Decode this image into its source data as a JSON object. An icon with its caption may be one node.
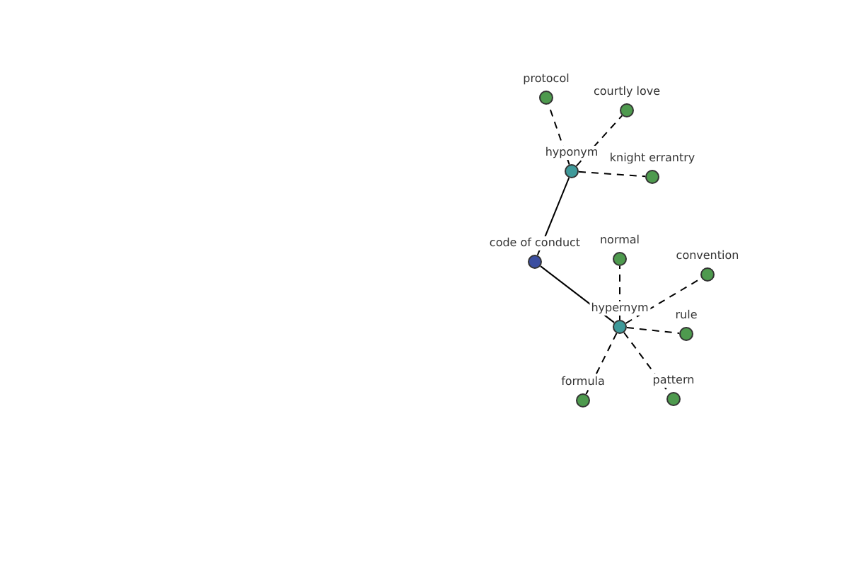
{
  "diagram": {
    "nodes": [
      {
        "text": [
          "code of conduct"
        ]
      },
      {
        "text": [
          "hyponym"
        ]
      },
      {
        "text": [
          "hypernym"
        ]
      },
      {
        "text": [
          "protocol"
        ]
      },
      {
        "text": [
          "courtly love"
        ]
      },
      {
        "text": [
          "knight errantry"
        ]
      },
      {
        "text": [
          "normal"
        ]
      },
      {
        "text": [
          "convention"
        ]
      },
      {
        "text": [
          "rule"
        ]
      },
      {
        "text": [
          "formula"
        ]
      },
      {
        "text": [
          "pattern"
        ]
      }
    ],
    "edges": [
      {
        "from": 0,
        "to": 1,
        "arrow": "none"
      },
      {
        "from": 0,
        "to": 2,
        "arrow": "none"
      },
      {
        "from": 1,
        "to": 3,
        "arrow": "none",
        "style": "dashed"
      },
      {
        "from": 1,
        "to": 4,
        "arrow": "none",
        "style": "dashed"
      },
      {
        "from": 1,
        "to": 5,
        "arrow": "none",
        "style": "dashed"
      },
      {
        "from": 2,
        "to": 6,
        "arrow": "none",
        "style": "dashed"
      },
      {
        "from": 2,
        "to": 7,
        "arrow": "none",
        "style": "dashed"
      },
      {
        "from": 2,
        "to": 8,
        "arrow": "none",
        "style": "dashed"
      },
      {
        "from": 2,
        "to": 9,
        "arrow": "none",
        "style": "dashed"
      },
      {
        "from": 2,
        "to": 10,
        "arrow": "none",
        "style": "dashed"
      }
    ]
  }
}
